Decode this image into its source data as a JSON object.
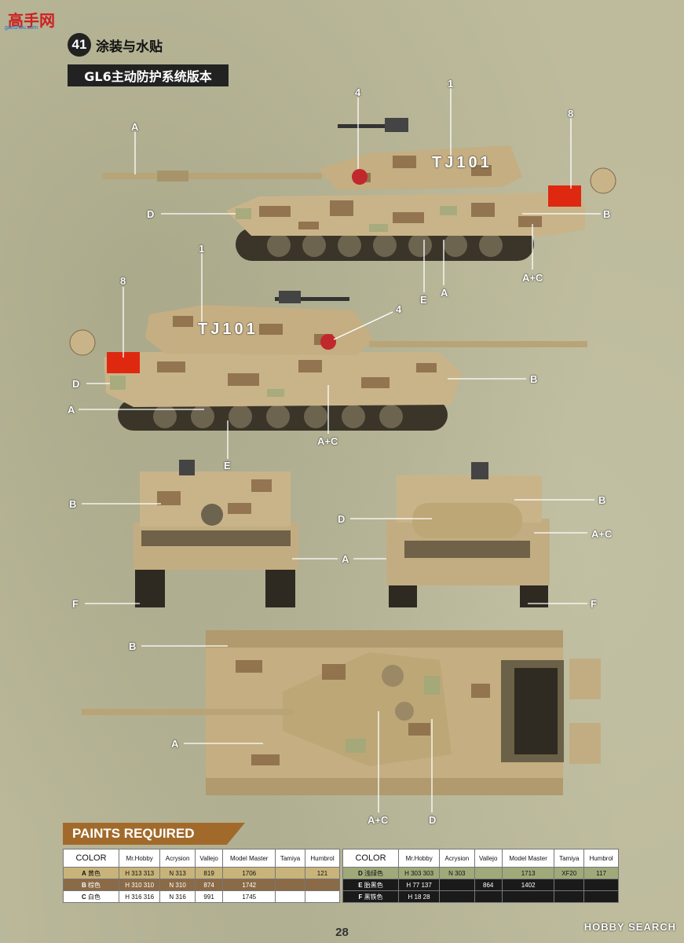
{
  "watermark": {
    "logo_text": "高手网",
    "url": "gaoshou.com"
  },
  "header": {
    "step_number": "41",
    "step_title": "涂装与水贴",
    "subtitle": "GL6主动防护系统版本"
  },
  "side_view_top": {
    "hull_marking": "TJ101",
    "callouts": {
      "c1": "1",
      "c4": "4",
      "c8": "8",
      "A": "A",
      "D": "D",
      "B": "B",
      "E": "E",
      "A2": "A",
      "AC": "A+C"
    }
  },
  "side_view_bottom": {
    "hull_marking": "TJ101",
    "callouts": {
      "c1": "1",
      "c8": "8",
      "c4": "4",
      "D": "D",
      "B": "B",
      "A": "A",
      "E": "E",
      "AC": "A+C"
    }
  },
  "front_rear_view": {
    "callouts": {
      "B_left": "B",
      "A_mid": "A",
      "F_left": "F",
      "D_right": "D",
      "B_right": "B",
      "AC_right": "A+C",
      "F_right": "F"
    }
  },
  "top_view": {
    "callouts": {
      "B": "B",
      "A": "A",
      "AC": "A+C",
      "D": "D"
    }
  },
  "paints": {
    "title": "PAINTS REQUIRED",
    "headers": [
      "COLOR",
      "Mr.Hobby",
      "Acrysion",
      "Vallejo",
      "Model Master",
      "Tamiya",
      "Humbrol"
    ],
    "left_rows": [
      {
        "code": "A",
        "name": "黄色",
        "mrhobby": "H 313 313",
        "acrysion": "N 313",
        "vallejo": "819",
        "model_master": "1706",
        "tamiya": "",
        "humbrol": "121",
        "color": "#c8b47a"
      },
      {
        "code": "B",
        "name": "棕色",
        "mrhobby": "H 310 310",
        "acrysion": "N 310",
        "vallejo": "874",
        "model_master": "1742",
        "tamiya": "",
        "humbrol": "",
        "color": "#8a6a47"
      },
      {
        "code": "C",
        "name": "白色",
        "mrhobby": "H 316 316",
        "acrysion": "N 316",
        "vallejo": "991",
        "model_master": "1745",
        "tamiya": "",
        "humbrol": "",
        "color": "#ffffff"
      }
    ],
    "right_rows": [
      {
        "code": "D",
        "name": "浅绿色",
        "mrhobby": "H 303 303",
        "acrysion": "N 303",
        "vallejo": "",
        "model_master": "1713",
        "tamiya": "XF20",
        "humbrol": "117",
        "color": "#9fa979"
      },
      {
        "code": "E",
        "name": "胎黑色",
        "mrhobby": "H 77 137",
        "acrysion": "",
        "vallejo": "864",
        "model_master": "1402",
        "tamiya": "",
        "humbrol": "",
        "color": "#1a1a1a"
      },
      {
        "code": "F",
        "name": "黑铁色",
        "mrhobby": "H 18 28",
        "acrysion": "",
        "vallejo": "",
        "model_master": "",
        "tamiya": "",
        "humbrol": "",
        "color": "#1a1a1a"
      }
    ]
  },
  "footer": {
    "page_number": "28",
    "brand": "HOBBY SEARCH"
  }
}
